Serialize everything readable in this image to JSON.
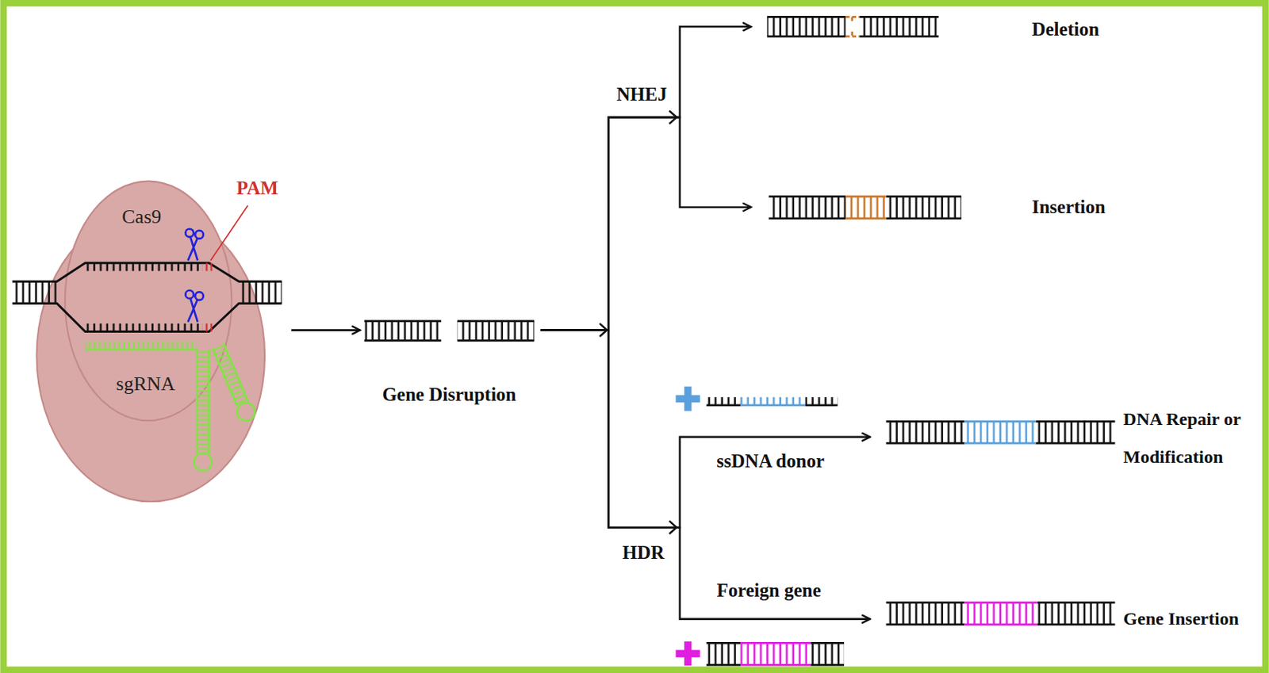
{
  "diagram": {
    "nodes": [
      {
        "text": [
          "Cas9",
          "sgRNA"
        ]
      },
      {
        "text": [
          "Gene Disruption"
        ]
      },
      {
        "text": [
          "Deletion"
        ]
      },
      {
        "text": [
          "Insertion"
        ]
      },
      {
        "text": [
          "DNA Repair or Modification"
        ]
      },
      {
        "text": [
          "Gene Insertion"
        ]
      }
    ],
    "edges": [
      {
        "from": 0,
        "to": 1,
        "arrow": "to"
      },
      {
        "from": 1,
        "to": 2,
        "arrow": "to"
      },
      {
        "from": 1,
        "to": 3,
        "arrow": "to"
      },
      {
        "from": 1,
        "to": 4,
        "arrow": "to"
      },
      {
        "from": 1,
        "to": 5,
        "arrow": "to"
      }
    ],
    "labels": [
      "PAM",
      "NHEJ",
      "HDR",
      "ssDNA donor",
      "Foreign gene"
    ]
  }
}
